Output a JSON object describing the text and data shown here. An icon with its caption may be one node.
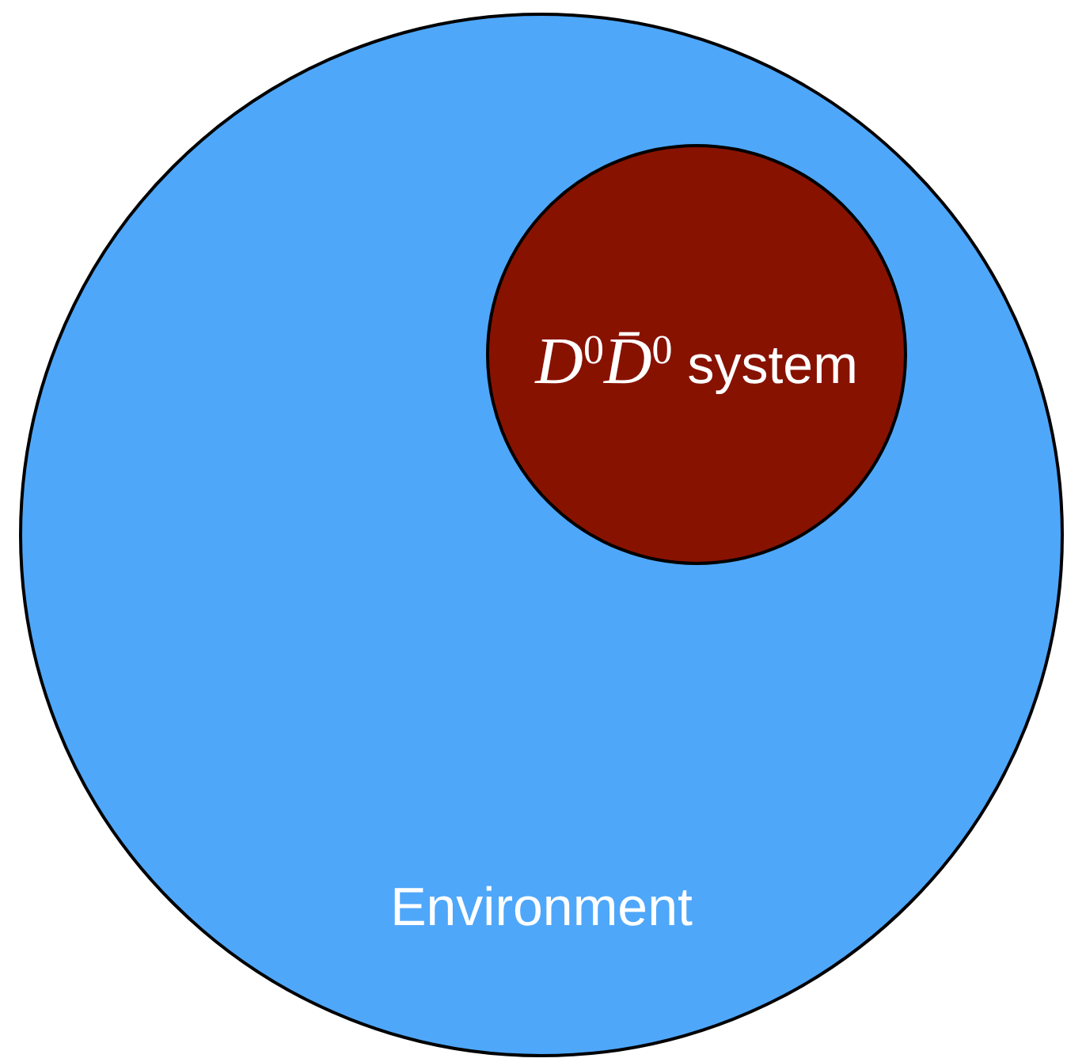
{
  "diagram": {
    "nodes": [
      {
        "text": [
          "Environment"
        ]
      },
      {
        "text": [
          "*D*$^{0}$*D̄*$^{0}$ system"
        ],
        "in": 0
      }
    ]
  }
}
